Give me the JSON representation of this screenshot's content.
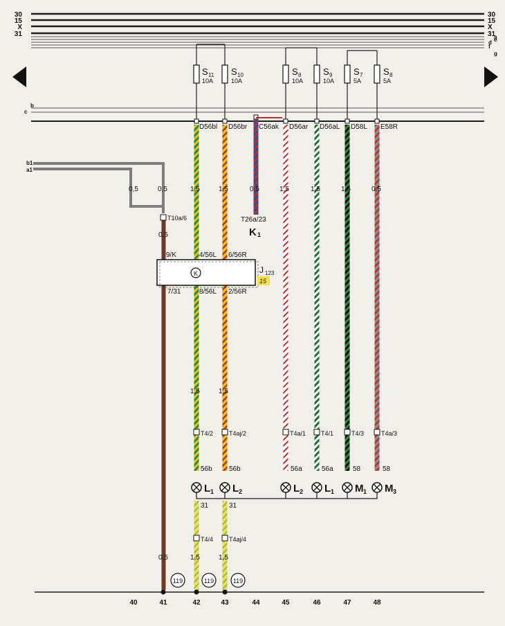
{
  "rails": {
    "left": [
      "30",
      "15",
      "X",
      "31"
    ],
    "right": [
      "30",
      "15",
      "X",
      "31"
    ],
    "right_letters": [
      "a",
      "e",
      "d",
      "f",
      "g"
    ],
    "c": "c",
    "b": "b",
    "b1": "b1",
    "a1": "a1"
  },
  "fuses": [
    {
      "id": "S11",
      "letter": "S",
      "num": "11",
      "amp": "10A"
    },
    {
      "id": "S10",
      "letter": "S",
      "num": "10",
      "amp": "10A"
    },
    {
      "id": "S8a",
      "letter": "S",
      "num": "8",
      "amp": "10A"
    },
    {
      "id": "S9",
      "letter": "S",
      "num": "9",
      "amp": "10A"
    },
    {
      "id": "S7",
      "letter": "S",
      "num": "7",
      "amp": "5A"
    },
    {
      "id": "S8b",
      "letter": "S",
      "num": "8",
      "amp": "5A"
    }
  ],
  "connectors": [
    "D56bl",
    "D56br",
    "C56ak",
    "D56ar",
    "D56aL",
    "D58L",
    "E58R"
  ],
  "wire_sizes": {
    "w237a": "0,5",
    "w237b": "0,5",
    "w237c": "0,5",
    "w284a": "1,5",
    "w325a": "1,5",
    "w370a": "0,5",
    "w413a": "1,5",
    "w458a": "1,5",
    "w502a": "1,5",
    "w545a": "0,5",
    "w284b": "1,5",
    "w325b": "1,5",
    "w237d": "0,5",
    "w284c": "1,5",
    "w325c": "1,5"
  },
  "labels": {
    "t10a6": "T10a/6",
    "t26a23": "T26a/23",
    "k1_main": "K",
    "k1_sub": "1",
    "j_main": "J",
    "j_sub": "123",
    "j_badge": "15",
    "pin_9k": "9/K",
    "pin_456l": "4/56L",
    "pin_656r": "6/56R",
    "pin_731": "7/31",
    "pin_856l": "8/56L",
    "pin_256r": "2/56R",
    "t42": "T4/2",
    "t4aj2": "T4aj/2",
    "t4a1": "T4a/1",
    "t41": "T4/1",
    "t43": "T4/3",
    "t4a3": "T4a/3",
    "t44": "T4/4",
    "t4aj4": "T4aj/4",
    "s56b_1": "56b",
    "s56b_2": "56b",
    "s56a_1": "56a",
    "s56a_2": "56a",
    "s58_1": "58",
    "s58_2": "58",
    "g31_1": "31",
    "g31_2": "31",
    "ground_ref": "119"
  },
  "lamps": [
    {
      "letter": "L",
      "sub": "1"
    },
    {
      "letter": "L",
      "sub": "2"
    },
    {
      "letter": "L",
      "sub": "2"
    },
    {
      "letter": "L",
      "sub": "1"
    },
    {
      "letter": "M",
      "sub": "1"
    },
    {
      "letter": "M",
      "sub": "3"
    }
  ],
  "columns": [
    "40",
    "41",
    "42",
    "43",
    "44",
    "45",
    "46",
    "47",
    "48"
  ],
  "colors": {
    "yellow": "#e3c419",
    "green": "#2f8a3a",
    "black": "#151515",
    "red": "#b8322a",
    "blue": "#2c4fa6",
    "white": "#ffffff",
    "gray": "#8b8b8b",
    "brown": "#6b3b25",
    "rail": "#1e1e1e"
  }
}
